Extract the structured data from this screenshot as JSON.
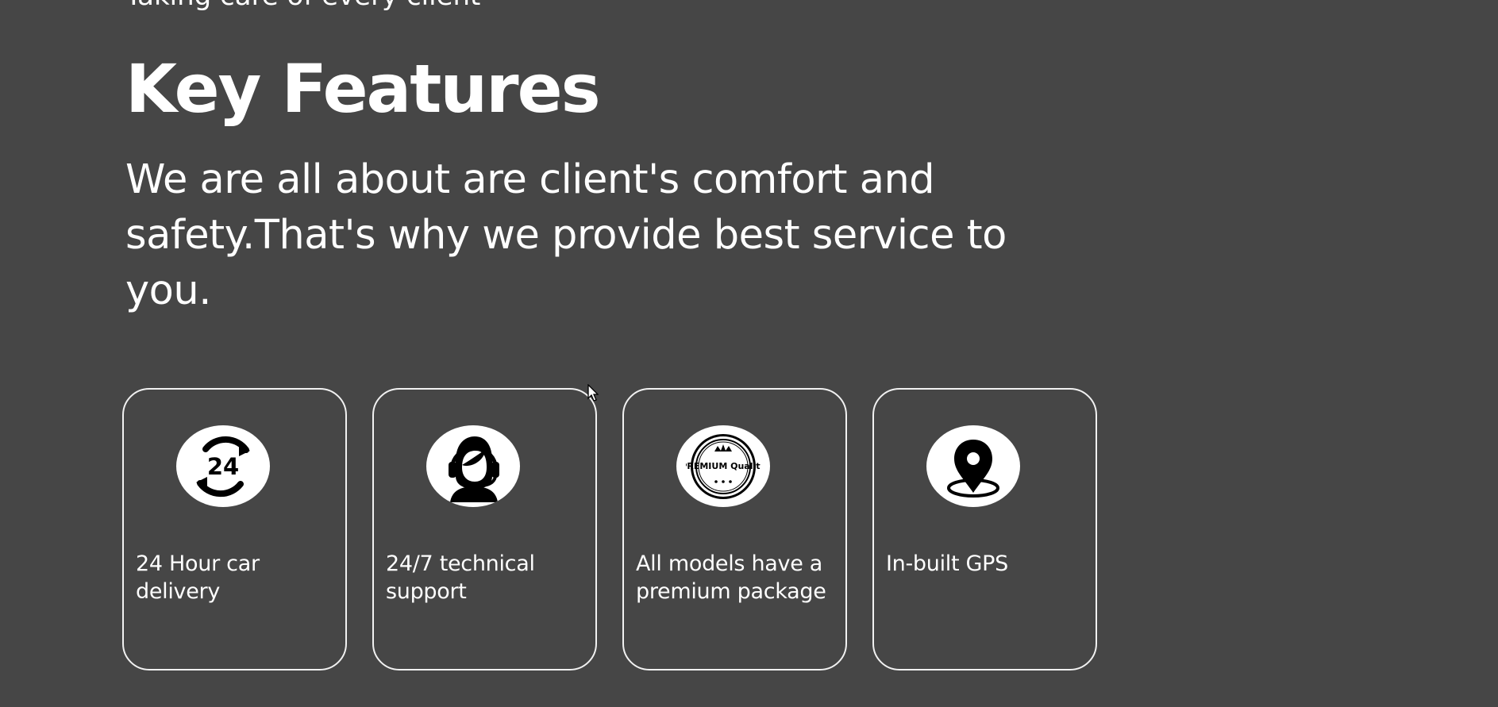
{
  "top_partial_text": "Taking care of every client",
  "section": {
    "title": "Key Features",
    "description": "We are all about are client's comfort and safety.That's why we provide best service to you."
  },
  "features": [
    {
      "icon": "24-hour-delivery-icon",
      "label": "24 Hour car delivery"
    },
    {
      "icon": "technical-support-headset-icon",
      "label": "24/7 technical support"
    },
    {
      "icon": "premium-quality-badge-icon",
      "label": "All models have a premium package",
      "icon_text": "PREMIUM Quality"
    },
    {
      "icon": "gps-location-pin-icon",
      "label": "In-built GPS"
    }
  ],
  "colors": {
    "background": "#464646",
    "text": "#ffffff",
    "card_border": "#f1f1f1",
    "icon_background": "#ffffff",
    "icon_foreground": "#000000"
  }
}
